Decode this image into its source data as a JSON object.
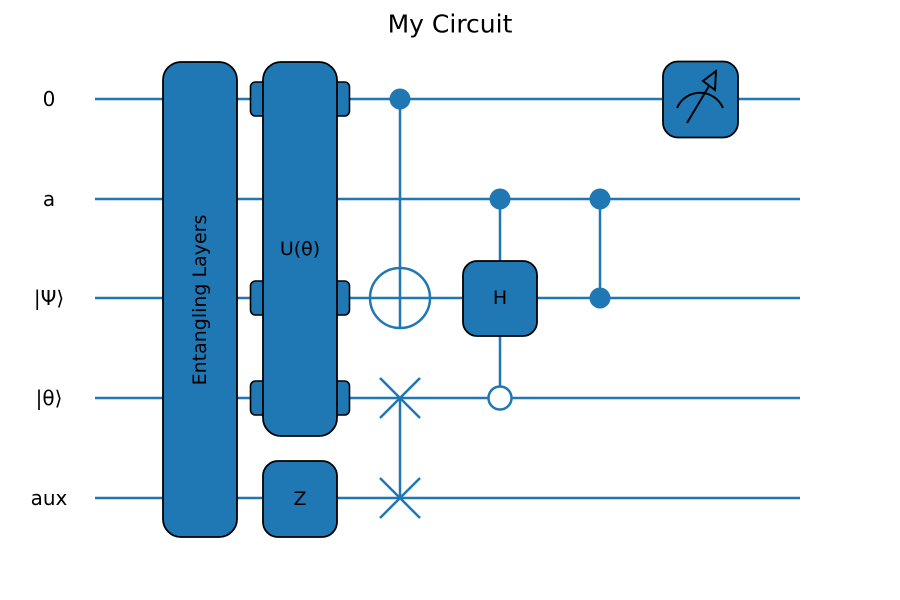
{
  "title": "My Circuit",
  "colors": {
    "accent": "#1f77b4",
    "box_edge": "#000000",
    "text": "#000000",
    "background": "#ffffff"
  },
  "circuit": {
    "wires": [
      {
        "label": "0"
      },
      {
        "label": "a"
      },
      {
        "label": "|Ψ⟩"
      },
      {
        "label": "|θ⟩"
      },
      {
        "label": "aux"
      }
    ],
    "gates": [
      {
        "name": "entangling-layers",
        "type": "multi-qubit-box",
        "label": "Entangling Layers",
        "wires": [
          "0",
          "a",
          "|Ψ⟩",
          "|θ⟩",
          "aux"
        ]
      },
      {
        "name": "u-theta",
        "type": "multi-qubit-box",
        "label": "U(θ)",
        "acts_on": [
          "0",
          "|Ψ⟩",
          "|θ⟩"
        ],
        "spans": [
          "0",
          "a",
          "|Ψ⟩",
          "|θ⟩"
        ]
      },
      {
        "name": "z-gate",
        "type": "single-qubit-box",
        "label": "Z",
        "wires": [
          "aux"
        ]
      },
      {
        "name": "cnot",
        "type": "cnot",
        "control": "0",
        "target": "|Ψ⟩"
      },
      {
        "name": "swap",
        "type": "swap",
        "wires": [
          "|θ⟩",
          "aux"
        ]
      },
      {
        "name": "controlled-h",
        "type": "controlled-box",
        "label": "H",
        "controls": [
          {
            "wire": "a",
            "value": 1
          },
          {
            "wire": "|θ⟩",
            "value": 0
          }
        ],
        "target": "|Ψ⟩"
      },
      {
        "name": "cz",
        "type": "cz",
        "wires": [
          "a",
          "|Ψ⟩"
        ]
      },
      {
        "name": "measurement",
        "type": "measure",
        "wire": "0"
      }
    ]
  }
}
